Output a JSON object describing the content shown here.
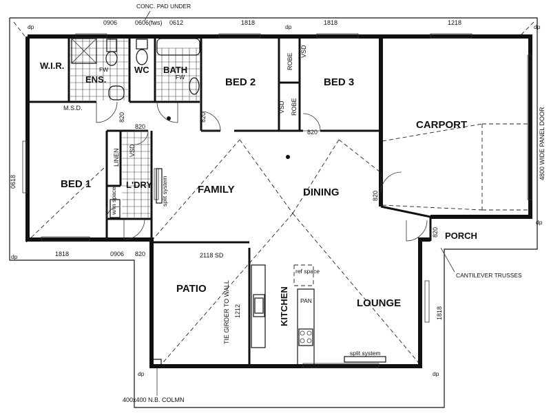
{
  "rooms": {
    "wir": "W.I.R.",
    "ens": "ENS.",
    "wc": "WC",
    "bath": "BATH",
    "bed2": "BED 2",
    "bed3": "BED 3",
    "carport": "CARPORT",
    "bed1": "BED 1",
    "ldry": "L'DRY",
    "family": "FAMILY",
    "dining": "DINING",
    "porch": "PORCH",
    "patio": "PATIO",
    "kitchen": "KITCHEN",
    "lounge": "LOUNGE"
  },
  "fixtures": {
    "linen": "LINEN",
    "vsd": "VSD",
    "robe": "ROBE",
    "fw": "FW",
    "wm_space": "w/m space",
    "ref_space": "ref space",
    "pan": "PAN",
    "split_system": "split system"
  },
  "dimensions": {
    "top_0906": "0906",
    "top_0606": "0606(fws)",
    "top_0612": "0612",
    "top_1818a": "1818",
    "top_1818b": "1818",
    "top_1218": "1218",
    "left_0618": "0618",
    "right_1818": "1818",
    "bottom_1818": "1818",
    "bottom_0906": "0906",
    "d820_ens": "820",
    "d820_bath": "820",
    "d820_ldry_top": "820",
    "d820_bed3": "820",
    "d820_dining": "820",
    "d820_porch": "820",
    "d820_bottom": "820",
    "patio_sd": "2118 SD",
    "patio_1212": "1212",
    "dp": "dp"
  },
  "notes": {
    "conc_pad": "CONC. PAD UNDER",
    "msd": "M.S.D.",
    "panel_door": "4800 WIDE PANEL DOOR",
    "cantilever": "CANTILEVER TRUSSES",
    "tie_girder": "TIE GIRDER TO WALL",
    "column": "400x400 N.B. COLMN"
  }
}
